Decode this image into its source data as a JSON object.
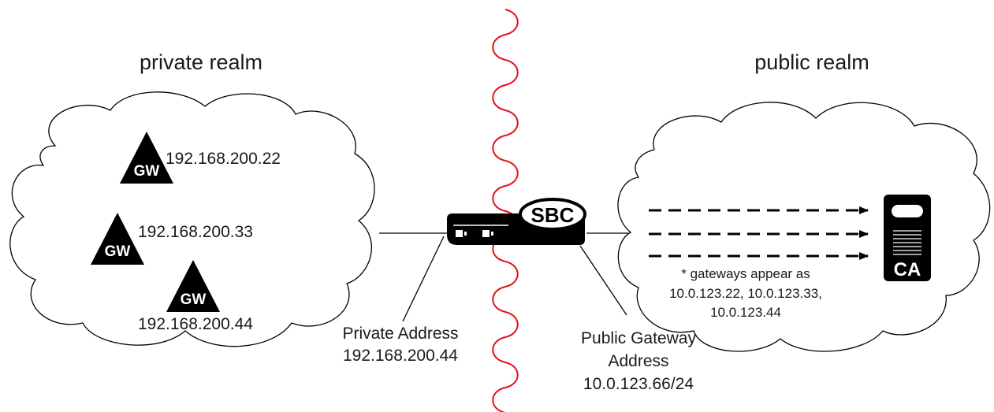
{
  "realms": {
    "private_label": "private realm",
    "public_label": "public realm"
  },
  "gateways": [
    {
      "badge": "GW",
      "ip": "192.168.200.22"
    },
    {
      "badge": "GW",
      "ip": "192.168.200.33"
    },
    {
      "badge": "GW",
      "ip": "192.168.200.44"
    }
  ],
  "sbc": {
    "label": "SBC"
  },
  "private_address": {
    "line1": "Private Address",
    "line2": "192.168.200.44"
  },
  "public_address": {
    "line1": "Public Gateway",
    "line2": "Address",
    "line3": "10.0.123.66/24"
  },
  "ca": {
    "label": "CA"
  },
  "note": {
    "line1": "* gateways appear as",
    "line2": "10.0.123.22, 10.0.123.33,",
    "line3": "10.0.123.44"
  },
  "colors": {
    "boundary": "#e0131a",
    "ink": "#000000"
  }
}
